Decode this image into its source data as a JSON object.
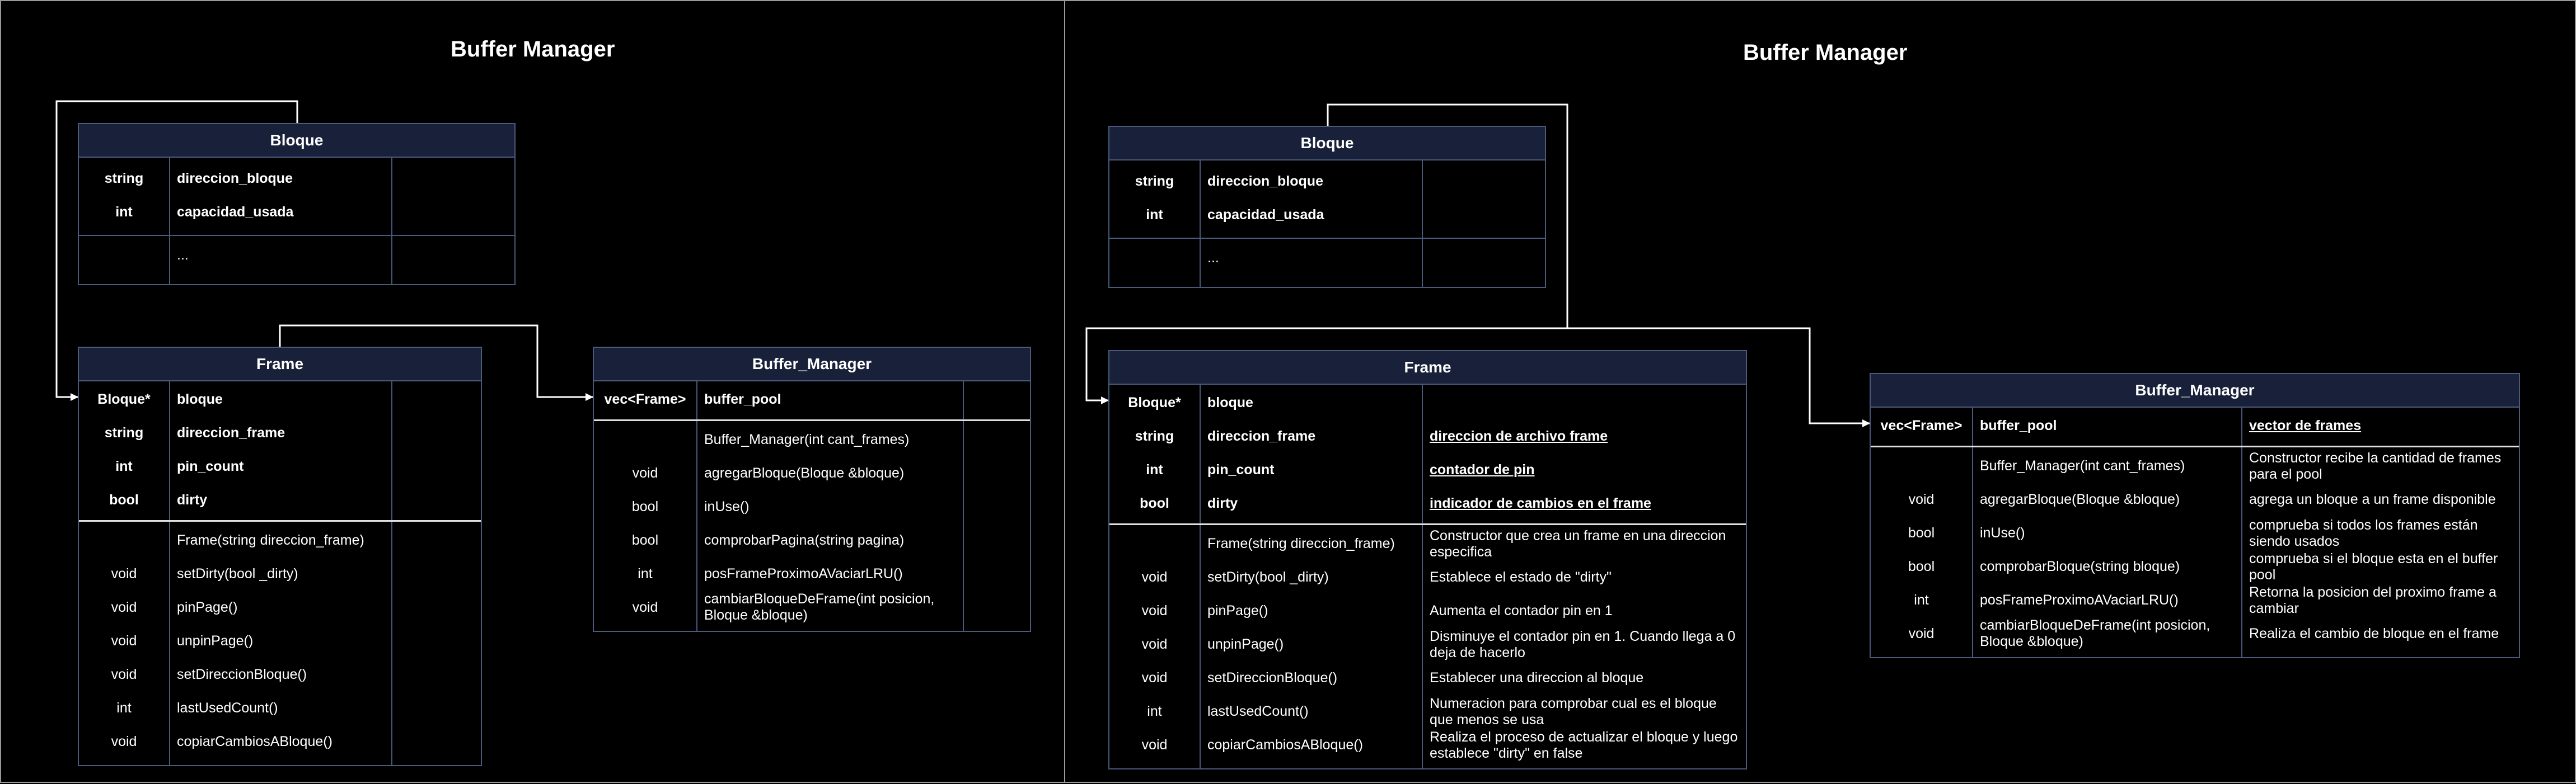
{
  "diagrams": [
    {
      "title": "Buffer Manager",
      "bloque": {
        "name": "Bloque",
        "attributes": [
          {
            "type": "string",
            "name": "direccion_bloque",
            "desc": ""
          },
          {
            "type": "int",
            "name": "capacidad_usada",
            "desc": ""
          }
        ],
        "methods": [
          {
            "type": "",
            "name": "...",
            "desc": ""
          }
        ]
      },
      "frame": {
        "name": "Frame",
        "attributes": [
          {
            "type": "Bloque*",
            "name": "bloque",
            "desc": ""
          },
          {
            "type": "string",
            "name": "direccion_frame",
            "desc": ""
          },
          {
            "type": "int",
            "name": "pin_count",
            "desc": ""
          },
          {
            "type": "bool",
            "name": "dirty",
            "desc": ""
          }
        ],
        "methods": [
          {
            "type": "",
            "name": "Frame(string direccion_frame)",
            "desc": ""
          },
          {
            "type": "void",
            "name": "setDirty(bool _dirty)",
            "desc": ""
          },
          {
            "type": "void",
            "name": "pinPage()",
            "desc": ""
          },
          {
            "type": "void",
            "name": "unpinPage()",
            "desc": ""
          },
          {
            "type": "void",
            "name": "setDireccionBloque()",
            "desc": ""
          },
          {
            "type": "int",
            "name": "lastUsedCount()",
            "desc": ""
          },
          {
            "type": "void",
            "name": "copiarCambiosABloque()",
            "desc": ""
          }
        ]
      },
      "buffer_manager": {
        "name": "Buffer_Manager",
        "attributes": [
          {
            "type": "vec<Frame>",
            "name": "buffer_pool",
            "desc": ""
          }
        ],
        "methods": [
          {
            "type": "",
            "name": "Buffer_Manager(int cant_frames)",
            "desc": ""
          },
          {
            "type": "void",
            "name": "agregarBloque(Bloque &bloque)",
            "desc": ""
          },
          {
            "type": "bool",
            "name": "inUse()",
            "desc": ""
          },
          {
            "type": "bool",
            "name": "comprobarPagina(string pagina)",
            "desc": ""
          },
          {
            "type": "int",
            "name": "posFrameProximoAVaciarLRU()",
            "desc": ""
          },
          {
            "type": "void",
            "name": "cambiarBloqueDeFrame(int posicion, Bloque &bloque)",
            "desc": ""
          }
        ]
      }
    },
    {
      "title": "Buffer Manager",
      "bloque": {
        "name": "Bloque",
        "attributes": [
          {
            "type": "string",
            "name": "direccion_bloque",
            "desc": ""
          },
          {
            "type": "int",
            "name": "capacidad_usada",
            "desc": ""
          }
        ],
        "methods": [
          {
            "type": "",
            "name": "...",
            "desc": ""
          }
        ]
      },
      "frame": {
        "name": "Frame",
        "attributes": [
          {
            "type": "Bloque*",
            "name": "bloque",
            "desc": ""
          },
          {
            "type": "string",
            "name": "direccion_frame",
            "desc": "direccion de archivo frame"
          },
          {
            "type": "int",
            "name": "pin_count",
            "desc": "contador de pin"
          },
          {
            "type": "bool",
            "name": "dirty",
            "desc": "indicador de cambios en el frame"
          }
        ],
        "methods": [
          {
            "type": "",
            "name": "Frame(string direccion_frame)",
            "desc": "Constructor que crea un frame en una direccion especifica"
          },
          {
            "type": "void",
            "name": "setDirty(bool _dirty)",
            "desc": "Establece el estado de \"dirty\""
          },
          {
            "type": "void",
            "name": "pinPage()",
            "desc": "Aumenta el contador pin en 1"
          },
          {
            "type": "void",
            "name": "unpinPage()",
            "desc": "Disminuye el contador pin en 1. Cuando llega a 0 deja de hacerlo"
          },
          {
            "type": "void",
            "name": "setDireccionBloque()",
            "desc": "Establecer una direccion al bloque"
          },
          {
            "type": "int",
            "name": "lastUsedCount()",
            "desc": "Numeracion para comprobar cual es el bloque que menos se usa"
          },
          {
            "type": "void",
            "name": "copiarCambiosABloque()",
            "desc": "Realiza el proceso de actualizar el bloque y luego establece \"dirty\" en false"
          }
        ]
      },
      "buffer_manager": {
        "name": "Buffer_Manager",
        "attributes": [
          {
            "type": "vec<Frame>",
            "name": "buffer_pool",
            "desc": "vector de frames"
          }
        ],
        "methods": [
          {
            "type": "",
            "name": "Buffer_Manager(int cant_frames)",
            "desc": "Constructor recibe la cantidad de frames para el pool"
          },
          {
            "type": "void",
            "name": "agregarBloque(Bloque &bloque)",
            "desc": "agrega un bloque a un frame disponible"
          },
          {
            "type": "bool",
            "name": "inUse()",
            "desc": "comprueba si todos los frames están siendo usados"
          },
          {
            "type": "bool",
            "name": "comprobarBloque(string bloque)",
            "desc": "comprueba si el bloque esta en el buffer pool"
          },
          {
            "type": "int",
            "name": "posFrameProximoAVaciarLRU()",
            "desc": "Retorna la posicion del proximo frame a cambiar"
          },
          {
            "type": "void",
            "name": "cambiarBloqueDeFrame(int posicion, Bloque &bloque)",
            "desc": "Realiza el cambio de bloque en el frame"
          }
        ]
      }
    }
  ]
}
